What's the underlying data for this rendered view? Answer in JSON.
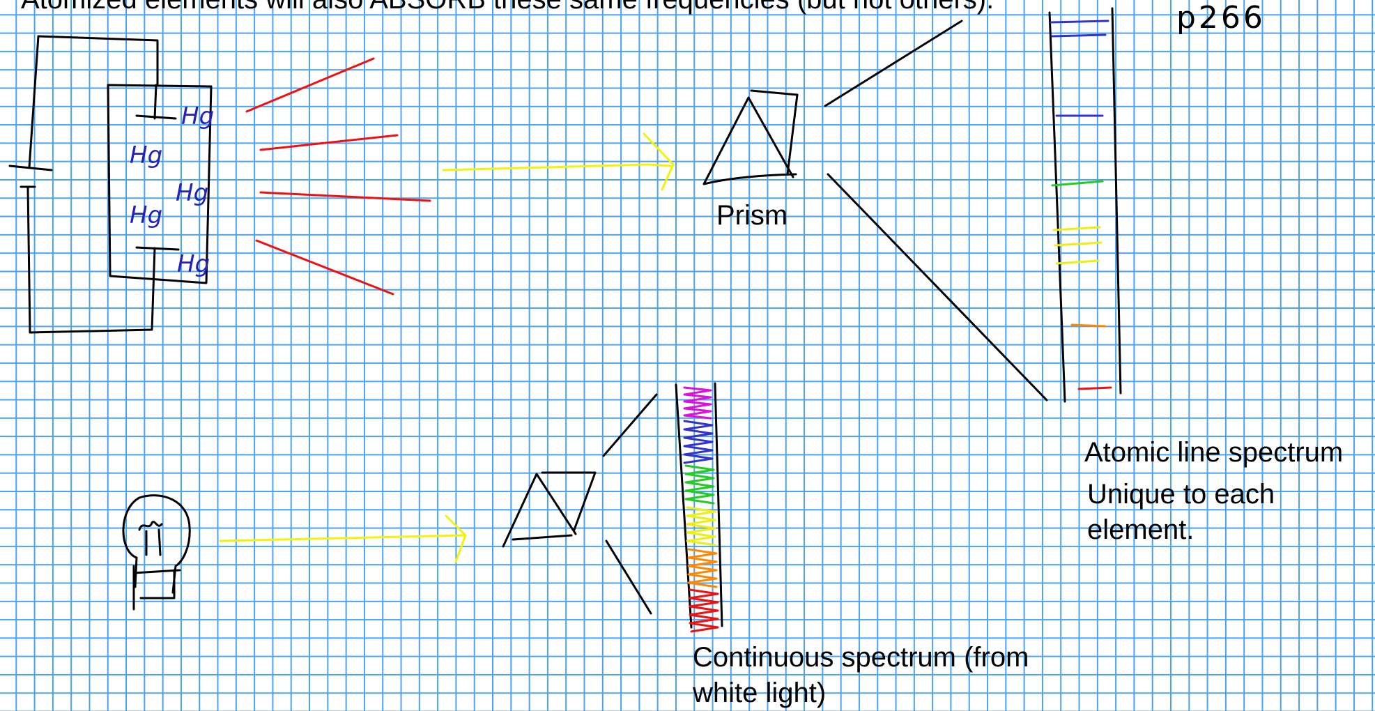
{
  "header": {
    "text": "Atomized elements will also ABSORB these same frequencies (but not others)."
  },
  "page_ref": "p266",
  "tube_labels": [
    "Hg",
    "Hg",
    "Hg",
    "Hg",
    "Hg"
  ],
  "labels": {
    "prism": "Prism",
    "atomic_title": "Atomic line spectrum",
    "atomic_desc": "Unique to each element.",
    "continuous": "Continuous spectrum (from white light)"
  },
  "colors": {
    "grid": "#4aa3f0",
    "ink": "#000000",
    "emission": "#ee1111",
    "light_beam": "#f2f20a",
    "element_label": "#2222bb",
    "violet": "#dd11dd",
    "blue": "#3333cc",
    "green": "#22cc22",
    "yellow": "#eeee11",
    "orange": "#ff8800",
    "red": "#ee1111"
  }
}
